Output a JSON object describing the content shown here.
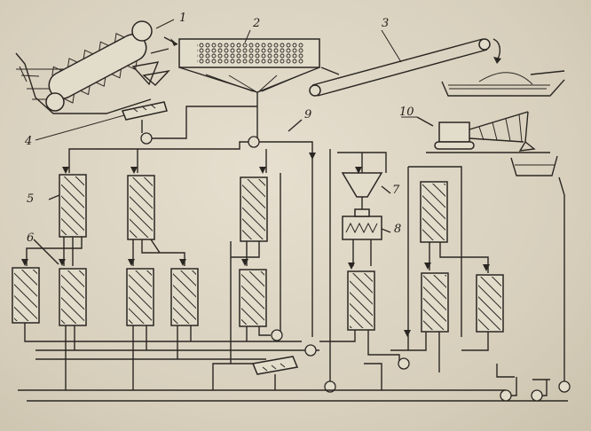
{
  "diagram": {
    "callouts": [
      {
        "id": "callout-1",
        "text": "1"
      },
      {
        "id": "callout-2",
        "text": "2"
      },
      {
        "id": "callout-3",
        "text": "3"
      },
      {
        "id": "callout-4",
        "text": "4"
      },
      {
        "id": "callout-5",
        "text": "5"
      },
      {
        "id": "callout-6",
        "text": "6"
      },
      {
        "id": "callout-7",
        "text": "7"
      },
      {
        "id": "callout-8",
        "text": "8"
      },
      {
        "id": "callout-9",
        "text": "9"
      },
      {
        "id": "callout-10",
        "text": "10"
      }
    ]
  },
  "colors": {
    "paper": "#dcd4c2",
    "ink": "#2a2622"
  }
}
